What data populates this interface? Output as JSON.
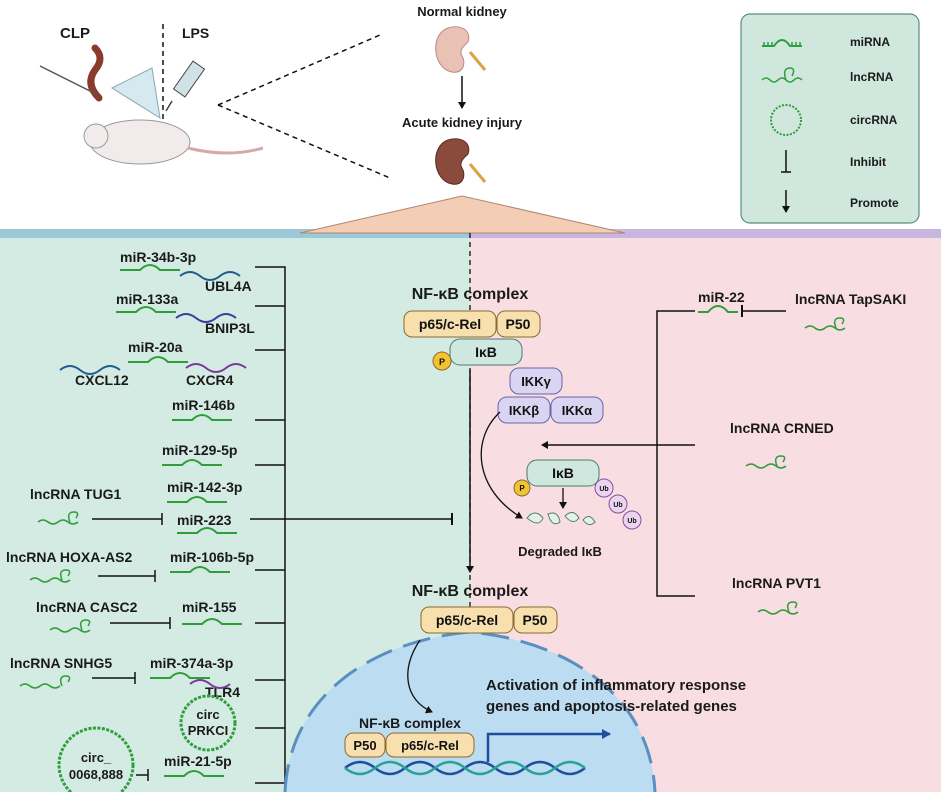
{
  "top": {
    "clp": "CLP",
    "lps": "LPS",
    "normal_kidney": "Normal kidney",
    "aki": "Acute kidney injury"
  },
  "legend": {
    "mirna": "miRNA",
    "lncrna": "lncRNA",
    "circrna": "circRNA",
    "inhibit": "Inhibit",
    "promote": "Promote"
  },
  "left": {
    "mir34b": "miR-34b-3p",
    "ubl4a": "UBL4A",
    "mir133a": "miR-133a",
    "bnip3l": "BNIP3L",
    "mir20a": "miR-20a",
    "cxcl12": "CXCL12",
    "cxcr4": "CXCR4",
    "mir146b": "miR-146b",
    "mir129": "miR-129-5p",
    "tug1": "lncRNA TUG1",
    "mir142": "miR-142-3p",
    "mir223": "miR-223",
    "hoxa": "lncRNA HOXA-AS2",
    "mir106b": "miR-106b-5p",
    "casc2": "lncRNA CASC2",
    "mir155": "miR-155",
    "snhg5": "lncRNA SNHG5",
    "mir374a": "miR-374a-3p",
    "tlr4": "TLR4",
    "circ_prkci_1": "circ",
    "circ_prkci_2": "PRKCI",
    "circ0068_1": "circ_",
    "circ0068_2": "0068,888",
    "mir21": "miR-21-5p"
  },
  "center": {
    "nfkb_title": "NF-κB complex",
    "p65": "p65/c-Rel",
    "p50": "P50",
    "ikb": "IκB",
    "p": "P",
    "ikkg": "IKKγ",
    "ikkb": "IKKβ",
    "ikka": "IKKα",
    "ikb2": "IκB",
    "ub": "Ub",
    "degraded": "Degraded IκB",
    "nfkb_title2": "NF-κB complex",
    "p65b": "p65/c-Rel",
    "p50b": "P50",
    "nfkb_title3": "NF-κB complex",
    "p50c": "P50",
    "p65c": "p65/c-Rel",
    "activation_1": "Activation of inflammatory response",
    "activation_2": "genes and apoptosis-related genes"
  },
  "right": {
    "mir22": "miR-22",
    "tapsaki": "lncRNA TapSAKI",
    "crned": "lncRNA CRNED",
    "pvt1": "lncRNA PVT1"
  },
  "colors": {
    "left_bg": "#d4ebe3",
    "right_bg": "#f8dde2",
    "legend_bg": "#cfe7dd",
    "mirna_green": "#2f9e3a",
    "nfkb_box": "#f7dfae",
    "ikk_box": "#d9d4f2",
    "nucleus": "#bcdcf2",
    "arrow_blue": "#1f4e9c"
  }
}
